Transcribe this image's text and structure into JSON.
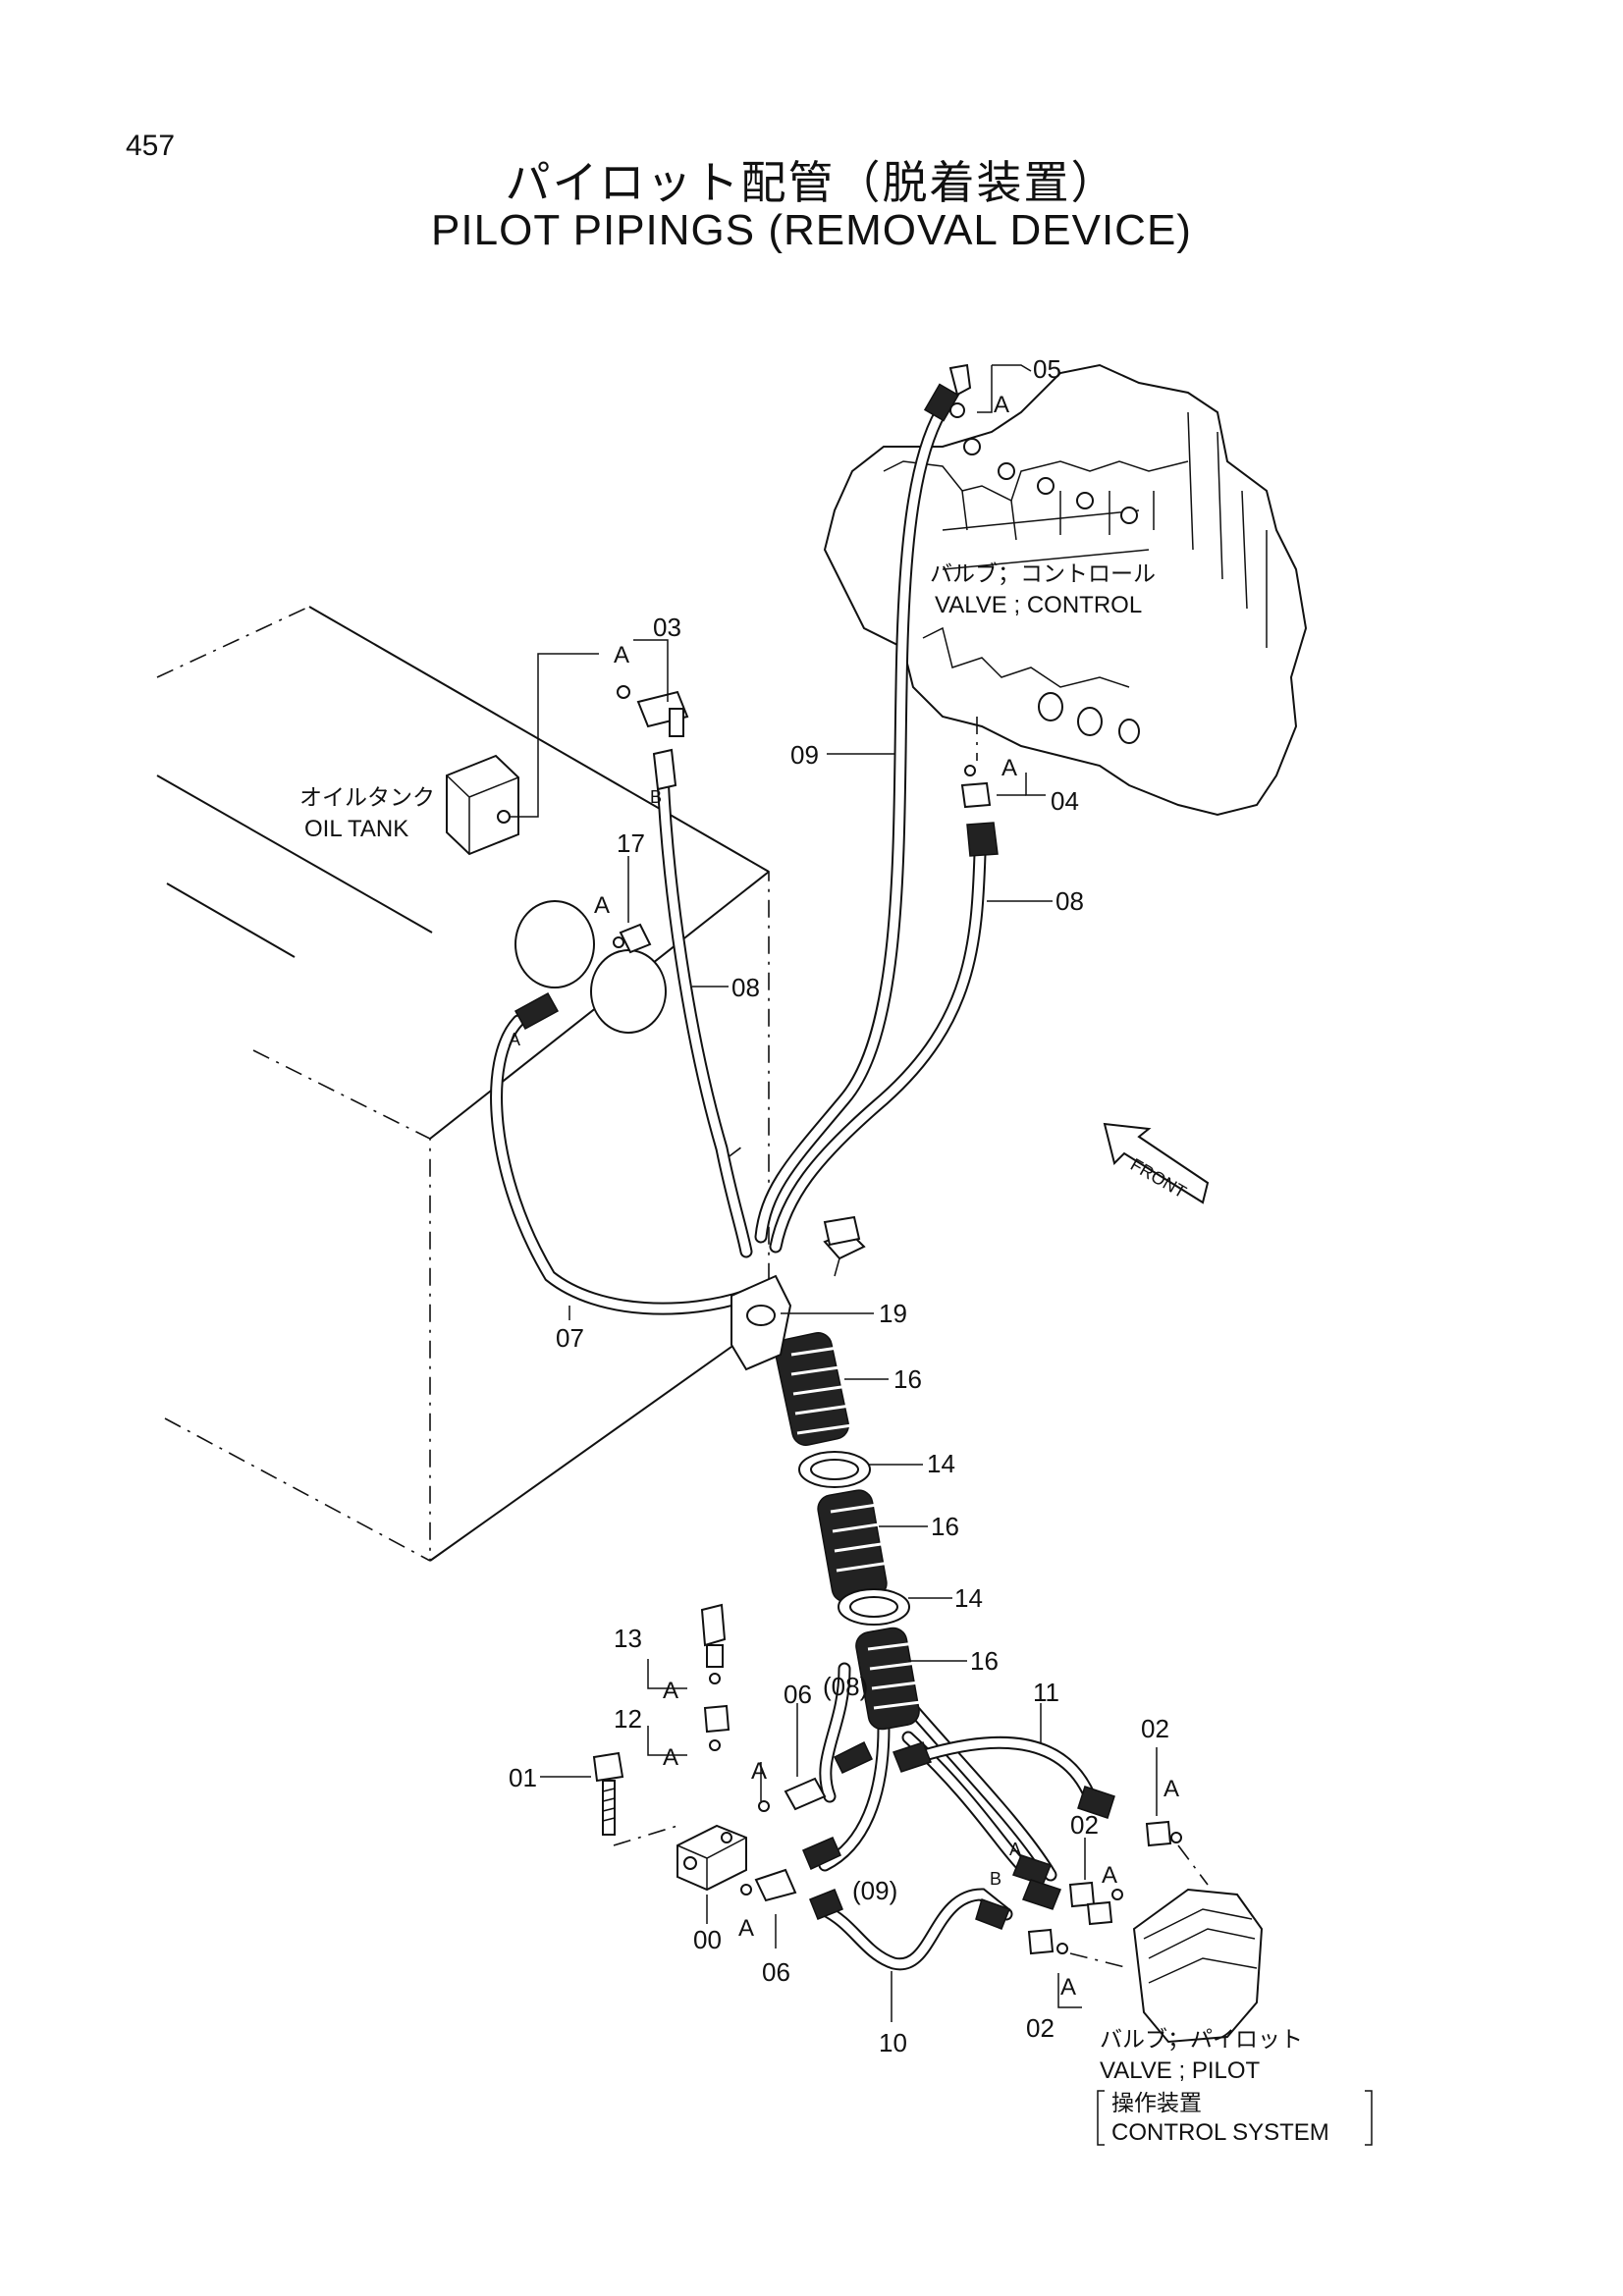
{
  "page_number": "457",
  "title_ja": "パイロット配管（脱着装置）",
  "title_en": "PILOT PIPINGS (REMOVAL DEVICE)",
  "labels": {
    "control_valve_ja": "バルブ；コントロール",
    "control_valve_en": "VALVE ; CONTROL",
    "oil_tank_ja": "オイルタンク",
    "oil_tank_en": "OIL TANK",
    "pilot_valve_ja": "バルブ；パイロット",
    "pilot_valve_en": "VALVE ; PILOT",
    "control_system_ja": "操作装置",
    "control_system_en": "CONTROL SYSTEM",
    "front": "FRONT"
  },
  "callouts": {
    "p00": "00",
    "p01": "01",
    "p02_top": "02",
    "p02_mid": "02",
    "p02_bottom": "02",
    "p03": "03",
    "p04": "04",
    "p05": "05",
    "p06_top": "06",
    "p06_bottom": "06",
    "p07": "07",
    "p08_left": "08",
    "p08_right": "08",
    "p08_paren": "(08)",
    "p09": "09",
    "p09_paren": "(09)",
    "p10": "10",
    "p11": "11",
    "p12": "12",
    "p13": "13",
    "p14_top": "14",
    "p14_bottom": "14",
    "p16_top": "16",
    "p16_mid": "16",
    "p16_bottom": "16",
    "p17": "17",
    "p19": "19"
  },
  "letters": {
    "a": "A",
    "b": "B"
  }
}
